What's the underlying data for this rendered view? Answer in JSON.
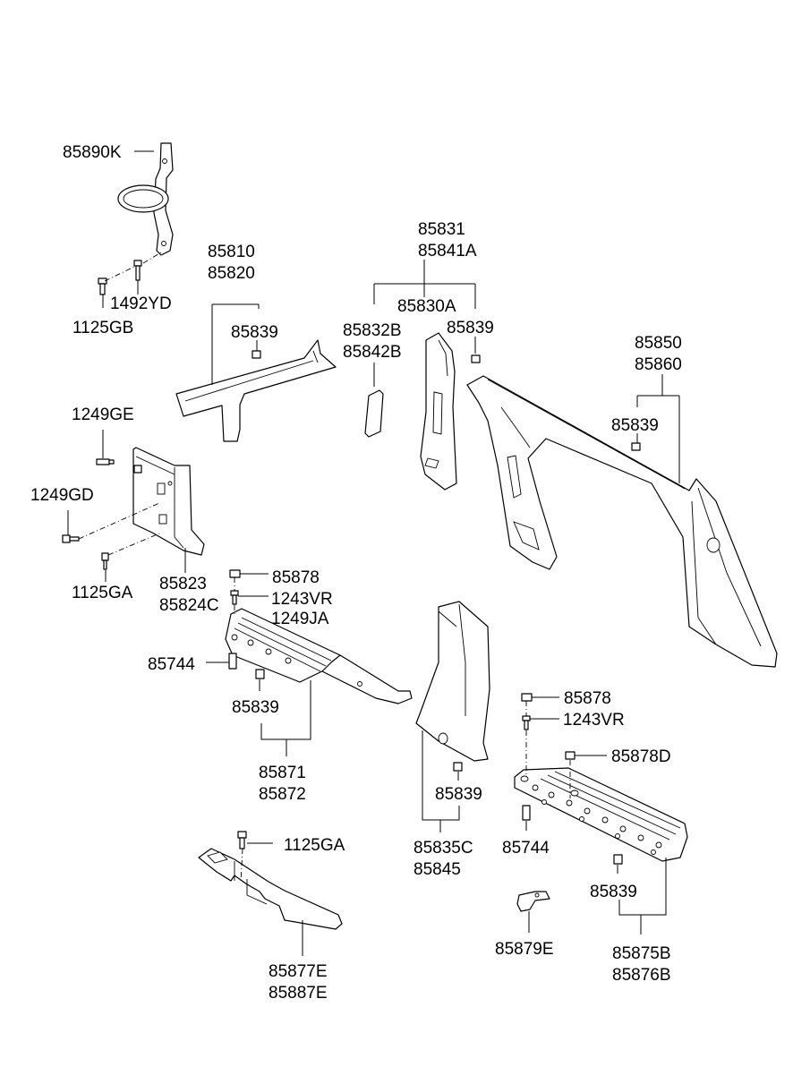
{
  "labels": {
    "l85890K": "85890K",
    "l1492YD": "1492YD",
    "l1125GB": "1125GB",
    "l85810": "85810",
    "l85820": "85820",
    "l85839_a": "85839",
    "l85831": "85831",
    "l85841A": "85841A",
    "l85830A": "85830A",
    "l85832B": "85832B",
    "l85842B": "85842B",
    "l85839_b": "85839",
    "l85850": "85850",
    "l85860": "85860",
    "l85839_c": "85839",
    "l1249GE": "1249GE",
    "l1249GD": "1249GD",
    "l1125GA_a": "1125GA",
    "l85823": "85823",
    "l85824C": "85824C",
    "l85878_a": "85878",
    "l1243VR_a": "1243VR",
    "l1249JA": "1249JA",
    "l85744_a": "85744",
    "l85839_d": "85839",
    "l85871": "85871",
    "l85872": "85872",
    "l85839_e": "85839",
    "l85835C": "85835C",
    "l85845": "85845",
    "l85878_b": "85878",
    "l1243VR_b": "1243VR",
    "l85878D": "85878D",
    "l85744_b": "85744",
    "l85839_f": "85839",
    "l85875B": "85875B",
    "l85876B": "85876B",
    "l1125GA_b": "1125GA",
    "l85877E": "85877E",
    "l85887E": "85887E",
    "l85879E": "85879E"
  }
}
